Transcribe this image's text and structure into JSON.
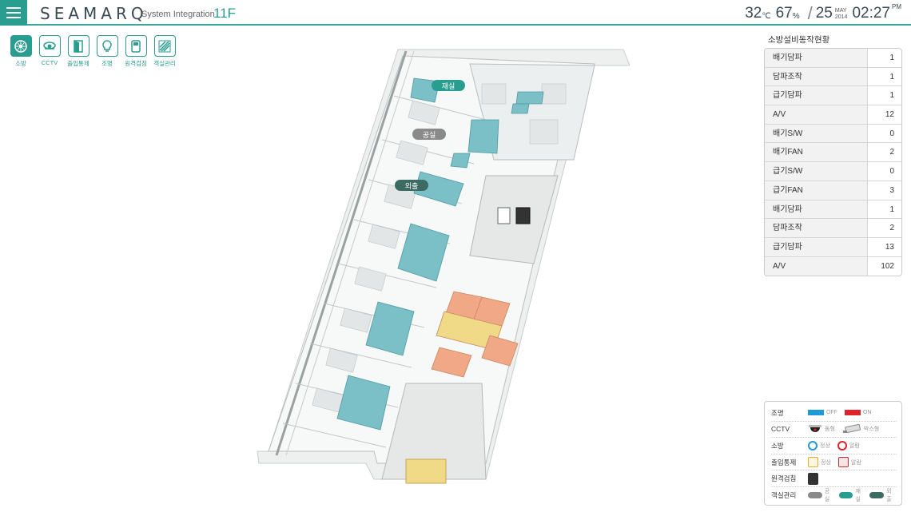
{
  "header": {
    "logo": "SEAMARQ",
    "subtitle": "System Integration",
    "floor": "11F",
    "temperature": "32",
    "temperature_unit": "℃",
    "humidity": "67",
    "humidity_unit": "%",
    "day": "25",
    "month": "MAY",
    "year": "2014",
    "time": "02:27",
    "ampm": "PM"
  },
  "tools": [
    {
      "label": "소방",
      "icon": "fire-safety-icon",
      "active": true
    },
    {
      "label": "CCTV",
      "icon": "camera-icon",
      "active": false
    },
    {
      "label": "출입통제",
      "icon": "door-icon",
      "active": false
    },
    {
      "label": "조명",
      "icon": "bulb-icon",
      "active": false
    },
    {
      "label": "원격검침",
      "icon": "meter-icon",
      "active": false
    },
    {
      "label": "객실관리",
      "icon": "room-icon",
      "active": false
    }
  ],
  "map": {
    "room_labels": [
      "재실",
      "공실",
      "외출"
    ],
    "colors": {
      "occupied": "#2a9d91",
      "vacant": "#8a8a8a",
      "away": "#3c6b63",
      "room_teal": "#7bbfc7",
      "fire_orange": "#f0a886",
      "fire_yellow": "#f0d987"
    }
  },
  "sensor_panel": {
    "title": "소방설비동작현황",
    "rows": [
      {
        "name": "배기담파",
        "value": "1"
      },
      {
        "name": "담파조작",
        "value": "1"
      },
      {
        "name": "급기담파",
        "value": "1"
      },
      {
        "name": "A/V",
        "value": "12"
      },
      {
        "name": "배기S/W",
        "value": "0"
      },
      {
        "name": "배기FAN",
        "value": "2"
      },
      {
        "name": "급기S/W",
        "value": "0"
      },
      {
        "name": "급기FAN",
        "value": "3"
      },
      {
        "name": "배기담파",
        "value": "1"
      },
      {
        "name": "담파조작",
        "value": "2"
      },
      {
        "name": "급기담파",
        "value": "13"
      },
      {
        "name": "A/V",
        "value": "102"
      }
    ]
  },
  "legend": {
    "lighting": {
      "name": "조명",
      "off": "OFF",
      "on": "ON",
      "off_color": "#1e9ad6",
      "on_color": "#e0222a"
    },
    "cctv": {
      "name": "CCTV",
      "dome": "돔형",
      "box": "박스형"
    },
    "fire": {
      "name": "소방",
      "normal": "정상",
      "alarm": "알람",
      "normal_color": "#1e9ad6",
      "alarm_color": "#e0222a"
    },
    "access": {
      "name": "출입통제",
      "normal": "정상",
      "alarm": "알람"
    },
    "meter": {
      "name": "원격검침"
    },
    "room": {
      "name": "객실관리",
      "vacant": "공실",
      "occupied": "재실",
      "away": "외출"
    }
  }
}
